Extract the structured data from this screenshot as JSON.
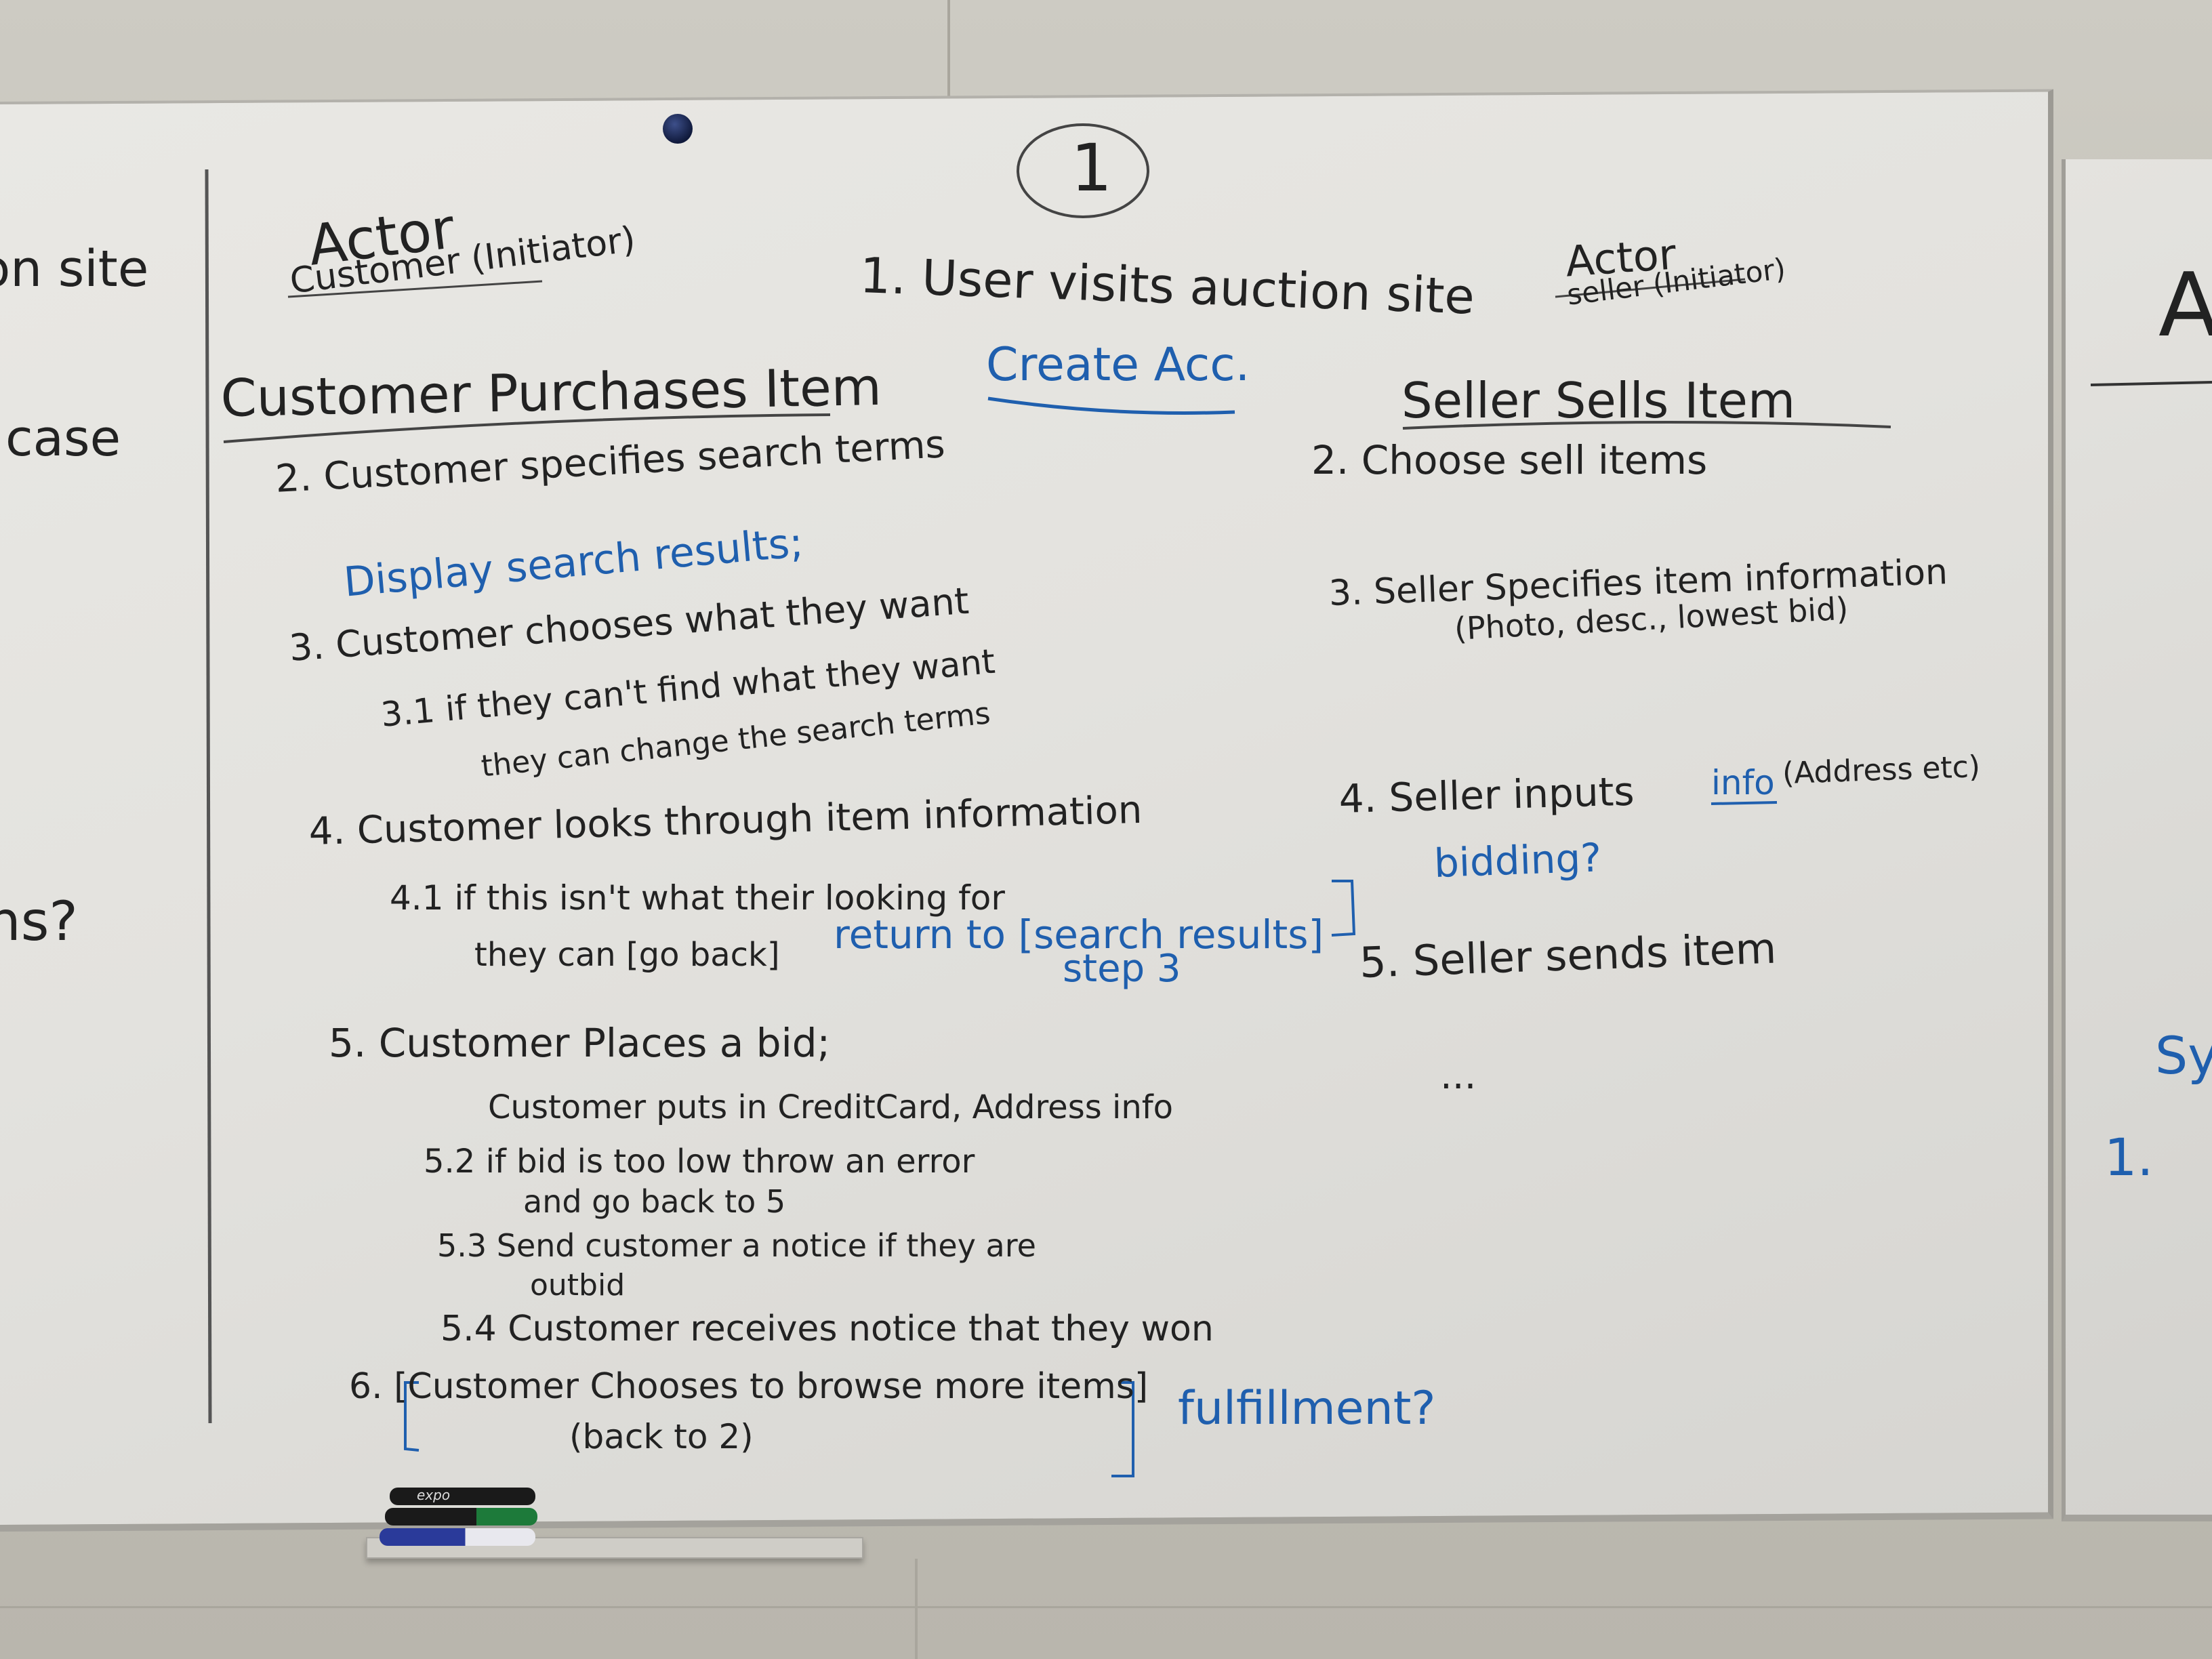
{
  "left_edge": {
    "site": "on site",
    "case": "case",
    "q": "ns?"
  },
  "page_number": "1",
  "actor_left": {
    "title": "Actor",
    "role": "Customer (Initiator)"
  },
  "actor_right": {
    "title": "Actor",
    "role": "seller (Initiator)"
  },
  "step1": "1. User visits auction site",
  "create_acc": "Create Acc.",
  "customer_heading": "Customer Purchases Item",
  "seller_heading": "Seller Sells Item",
  "customer_steps": {
    "s2": "2. Customer specifies search terms",
    "display": "Display search results;",
    "s3": "3. Customer chooses what they want",
    "s31a": "3.1  if they can't find what they want",
    "s31b": "they can change the search terms",
    "s4": "4. Customer looks through item information",
    "s41a": "4.1  if this isn't what their looking for",
    "s41b": "they can [go back]",
    "return_to": "return to [search results]",
    "step3": "step 3",
    "s5": "5. Customer Places a bid;",
    "s5a": "Customer puts in CreditCard, Address info",
    "s52a": "5.2  if bid is too low throw an error",
    "s52b": "and go back to 5",
    "s53a": "5.3  Send customer a notice if they are",
    "s53b": "outbid",
    "s54": "5.4  Customer receives notice that they won",
    "s6a": "6. [Customer Chooses to browse more items]",
    "s6b": "(back to 2)",
    "fulfillment": "fulfillment?"
  },
  "seller_steps": {
    "s2": "2. Choose sell items",
    "s3a": "3. Seller Specifies item information",
    "s3b": "(Photo, desc., lowest bid)",
    "s4": "4. Seller inputs",
    "s4_info": "info",
    "s4_rest": "(Address etc)",
    "bidding": "bidding?",
    "s5": "5. Seller sends item",
    "dots": "..."
  },
  "right_board": {
    "a": "A",
    "sy": "Sy",
    "one": "1."
  },
  "markers": {
    "label": "expo"
  },
  "colors": {
    "black_ink": "#222222",
    "blue_ink": "#1f5fae",
    "board": "#e6e5e1",
    "wall": "#c4c1b8"
  }
}
